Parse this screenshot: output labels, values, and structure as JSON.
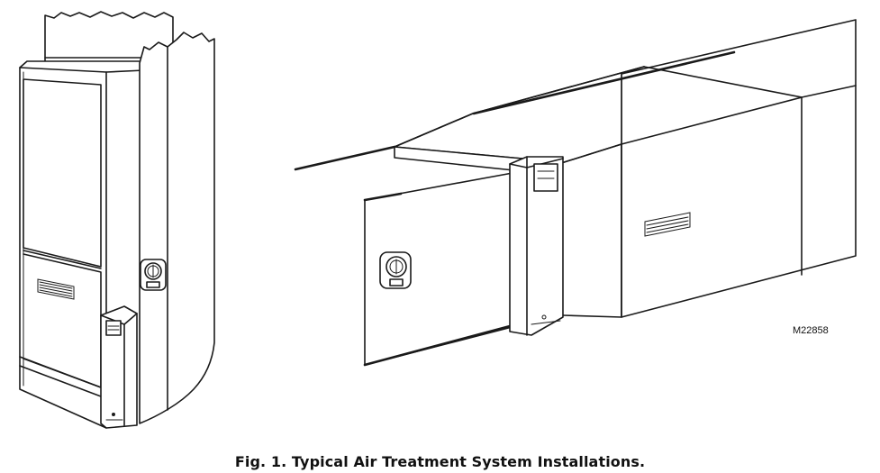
{
  "figure": {
    "id_label": "M22858",
    "caption": "Fig. 1. Typical Air Treatment System Installations.",
    "illustrations": [
      {
        "subject": "furnace with vertical duct and air treatment unit"
      },
      {
        "subject": "horizontal duct with air treatment unit"
      }
    ]
  }
}
